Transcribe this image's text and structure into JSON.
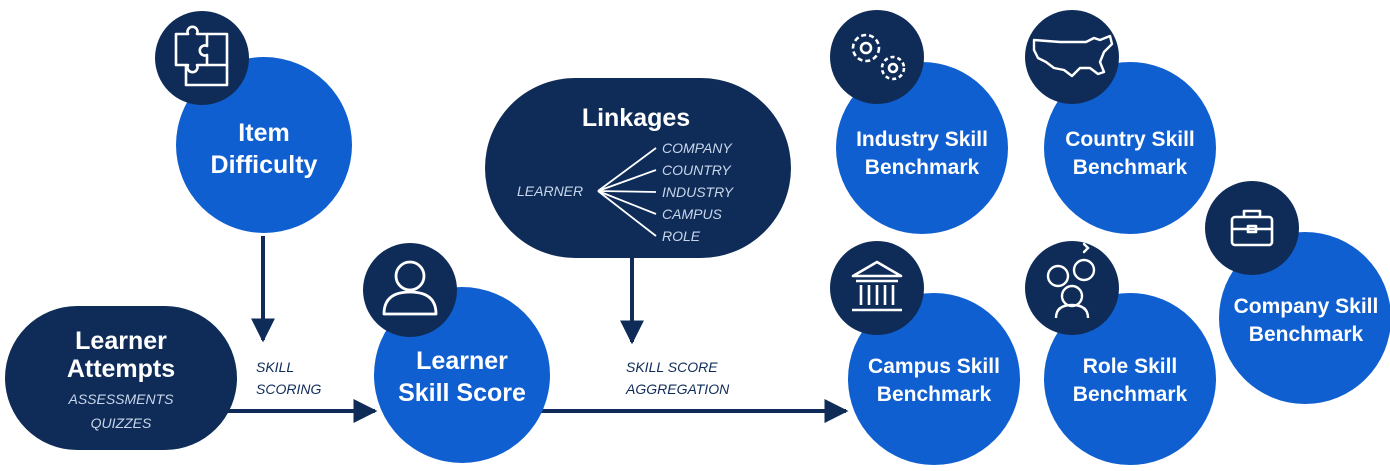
{
  "colors": {
    "navy": "#0f2c59",
    "blue": "#0f5fd0",
    "italic_light": "#c9d6ea",
    "white": "#ffffff"
  },
  "item_difficulty": {
    "line1": "Item",
    "line2": "Difficulty",
    "icon": "puzzle-icon"
  },
  "learner_attempts": {
    "line1": "Learner",
    "line2": "Attempts",
    "sub1": "ASSESSMENTS",
    "sub2": "QUIZZES"
  },
  "skill_scoring": {
    "line1": "SKILL",
    "line2": "SCORING"
  },
  "learner_skill_score": {
    "line1": "Learner",
    "line2": "Skill Score",
    "icon": "user-icon"
  },
  "linkages": {
    "title": "Linkages",
    "source": "LEARNER",
    "targets": [
      "COMPANY",
      "COUNTRY",
      "INDUSTRY",
      "CAMPUS",
      "ROLE"
    ]
  },
  "aggregation": {
    "line1": "SKILL SCORE",
    "line2": "AGGREGATION"
  },
  "benchmarks": {
    "industry": {
      "line1": "Industry Skill",
      "line2": "Benchmark",
      "icon": "gears-icon"
    },
    "country": {
      "line1": "Country Skill",
      "line2": "Benchmark",
      "icon": "us-map-icon"
    },
    "campus": {
      "line1": "Campus Skill",
      "line2": "Benchmark",
      "icon": "building-icon"
    },
    "role": {
      "line1": "Role Skill",
      "line2": "Benchmark",
      "icon": "people-icon"
    },
    "company": {
      "line1": "Company Skill",
      "line2": "Benchmark",
      "icon": "briefcase-icon"
    }
  }
}
